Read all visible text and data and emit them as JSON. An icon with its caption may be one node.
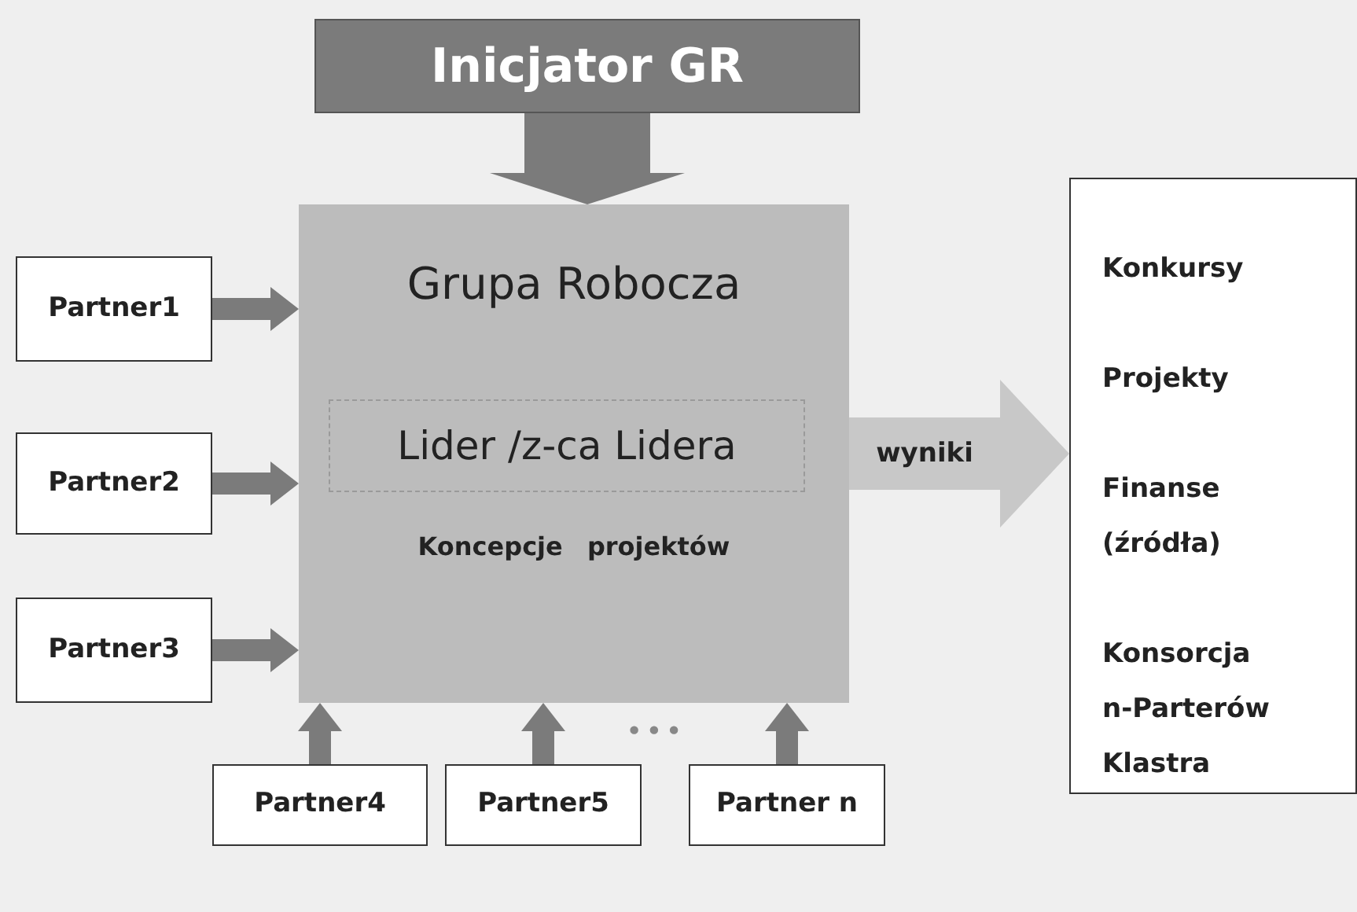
{
  "diagram": {
    "nodes": [
      {
        "text": [
          "Inicjator GR"
        ]
      },
      {
        "text": [
          "Grupa Robocza",
          "Koncepcje projektów"
        ]
      },
      {
        "text": [
          "Lider /z-ca Lidera"
        ],
        "in": 1
      },
      {
        "text": [
          "Partner1"
        ]
      },
      {
        "text": [
          "Partner2"
        ]
      },
      {
        "text": [
          "Partner3"
        ]
      },
      {
        "text": [
          "Partner4"
        ]
      },
      {
        "text": [
          "Partner5"
        ]
      },
      {
        "text": [
          "Partner n"
        ]
      },
      {
        "text": [
          "Konkursy",
          "Projekty",
          "Finanse (źródła)",
          "Konsorcja n-Parterów Klastra"
        ]
      }
    ],
    "edges": [
      {
        "from": 0,
        "to": 1,
        "arrow": "to",
        "style": "thick"
      },
      {
        "from": 3,
        "to": 1,
        "arrow": "to"
      },
      {
        "from": 4,
        "to": 1,
        "arrow": "to"
      },
      {
        "from": 5,
        "to": 1,
        "arrow": "to"
      },
      {
        "from": 6,
        "to": 1,
        "arrow": "to"
      },
      {
        "from": 7,
        "to": 1,
        "arrow": "to"
      },
      {
        "from": 8,
        "to": 1,
        "arrow": "to"
      },
      {
        "from": 1,
        "to": 9,
        "arrow": "to",
        "label": "wyniki",
        "style": "thick",
        "color": "#c8c8c8"
      }
    ],
    "labels": [
      "•••"
    ]
  }
}
